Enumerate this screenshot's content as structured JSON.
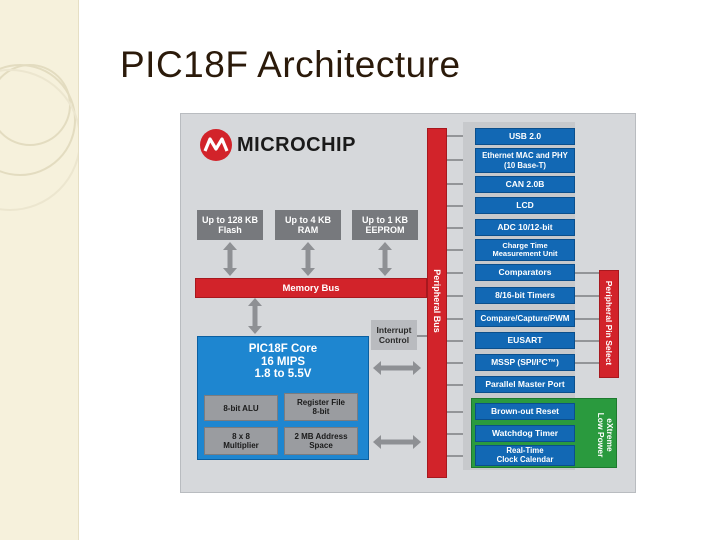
{
  "page": {
    "title": "PIC18F Architecture"
  },
  "logo": {
    "text": "MICROCHIP",
    "icon": "microchip-logo-icon"
  },
  "memory": {
    "flash": "Up to 128 KB\nFlash",
    "ram": "Up to 4 KB\nRAM",
    "eeprom": "Up to 1 KB\nEEPROM"
  },
  "buses": {
    "memory_bus": "Memory Bus",
    "peripheral_bus": "Peripheral Bus",
    "peripheral_pin_select": "Peripheral Pin Select"
  },
  "interrupt": "Interrupt\nControl",
  "core": {
    "title": "PIC18F Core\n16 MIPS\n1.8 to 5.5V",
    "alu": "8-bit ALU",
    "register_file": "Register File\n8-bit",
    "multiplier": "8 x 8\nMultiplier",
    "address_space": "2 MB Address\nSpace"
  },
  "peripherals": [
    "USB 2.0",
    "Ethernet MAC and PHY\n(10 Base-T)",
    "CAN 2.0B",
    "LCD",
    "ADC 10/12-bit",
    "Charge Time\nMeasurement Unit",
    "Comparators",
    "8/16-bit Timers",
    "Compare/Capture/PWM",
    "EUSART",
    "MSSP (SPI/I²C™)",
    "Parallel Master Port",
    "Brown-out Reset",
    "Watchdog Timer",
    "Real-Time\nClock Calendar"
  ],
  "xlp": "eXtreme\nLow Power",
  "colors": {
    "bus_red": "#d2232a",
    "core_blue": "#1e86d0",
    "peripheral_blue": "#1268b4",
    "xlp_green": "#2a9a3e",
    "memory_grey": "#77797d"
  }
}
